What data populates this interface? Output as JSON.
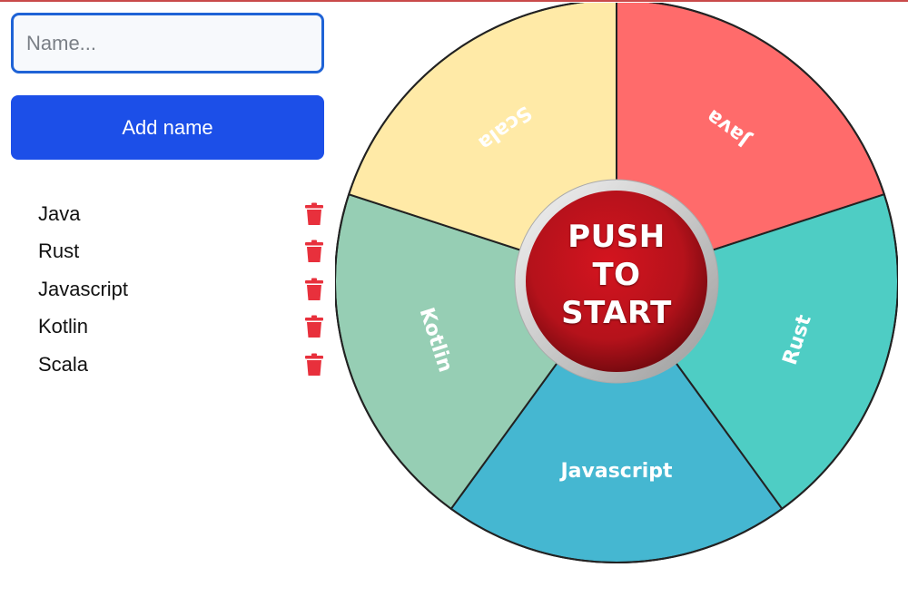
{
  "form": {
    "name_placeholder": "Name...",
    "name_value": "",
    "add_button_label": "Add name"
  },
  "names": [
    {
      "label": "Java",
      "delete_icon": "trash-icon"
    },
    {
      "label": "Rust",
      "delete_icon": "trash-icon"
    },
    {
      "label": "Javascript",
      "delete_icon": "trash-icon"
    },
    {
      "label": "Kotlin",
      "delete_icon": "trash-icon"
    },
    {
      "label": "Scala",
      "delete_icon": "trash-icon"
    }
  ],
  "wheel": {
    "slices": [
      {
        "label": "Java",
        "color": "#ff6b6b"
      },
      {
        "label": "Rust",
        "color": "#4ecdc4"
      },
      {
        "label": "Javascript",
        "color": "#45b7d1"
      },
      {
        "label": "Kotlin",
        "color": "#96ceb4"
      },
      {
        "label": "Scala",
        "color": "#ffeaa7"
      }
    ],
    "center_button_text": "PUSH\nTO\nSTART",
    "center_button_color": "#b5121b"
  },
  "colors": {
    "accent": "#1c4fe8",
    "input_border": "#1f63d6",
    "delete": "#e8303c"
  }
}
